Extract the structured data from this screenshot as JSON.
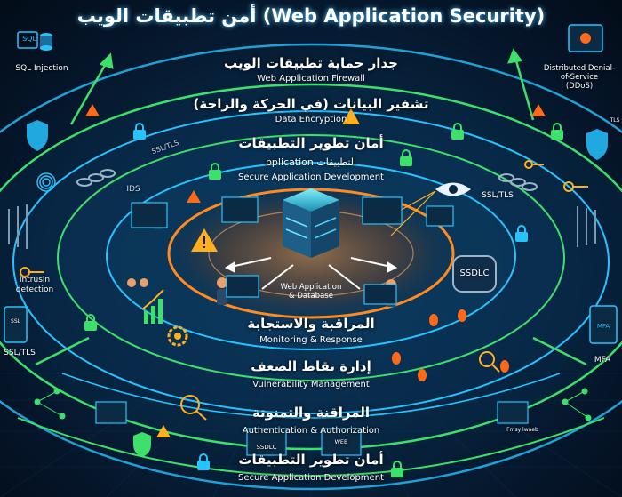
{
  "title": "أمن تطبيقات الويب (Web Application Security)",
  "layers": [
    {
      "ar": "جدار حماية تطبيقات الويب",
      "en": "Web Application Firewall"
    },
    {
      "ar": "تشفير البيانات (في الحركة والراحة)",
      "en": "Data Encryption"
    },
    {
      "ar": "أمان تطوير التطبيقات",
      "en": "Secure Application Development",
      "extra": "pplication التطبيقات"
    },
    {
      "ar": "المراقبة والاستجابة",
      "en": "Monitoring & Response"
    },
    {
      "ar": "إدارة نقاط الضعف",
      "en": "Vulnerability Management"
    },
    {
      "ar": "المراقنة والتمنوتة",
      "en": "Authentication & Authorization"
    },
    {
      "ar": "أمان تطوير التطبيقات",
      "en": "Secure Application Development"
    }
  ],
  "core": {
    "label_line1": "Web Application",
    "label_line2": "& Database"
  },
  "side_labels": {
    "sql_badge": "SQL",
    "sql_injection": "SQL Injection",
    "ddos_line1": "Distributed Denial-",
    "ddos_line2": "of-Service",
    "ddos_line3": "(DDoS)",
    "ssl_tls_1": "SSL/TLS",
    "ssl_tls_2": "SSL/TLS",
    "ssl_tls_3": "SSL/TLS",
    "ids": "IDS",
    "intrusion_line1": "Intrusin",
    "intrusion_line2": "detection",
    "ssdlc_1": "SSDLC",
    "ssdlc_2": "SSDLC",
    "mfa_1": "MFA",
    "mfa_2": "MFA",
    "tls_badge": "TLS",
    "ssl_badge": "SSL",
    "web_badge": "WEB",
    "fmsy_badge": "Fmsy lwaeb"
  },
  "colors": {
    "cyan": "#27c3ff",
    "green": "#3de06a",
    "orange": "#ff8a1f",
    "warning": "#ffb020",
    "bug": "#ff6a1a"
  },
  "icons": [
    "padlock-icon",
    "shield-icon",
    "key-icon",
    "warning-icon",
    "bug-icon",
    "eye-icon",
    "fingerprint-icon",
    "server-icon",
    "gear-icon",
    "user-icon",
    "database-icon",
    "chain-icon"
  ]
}
